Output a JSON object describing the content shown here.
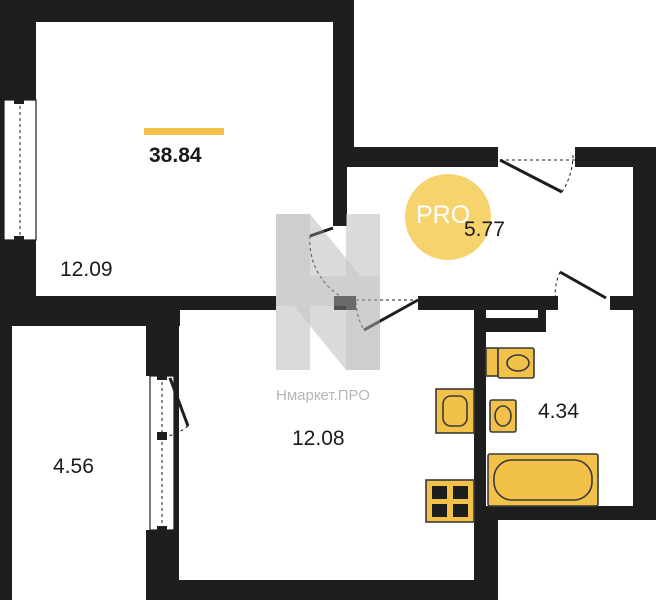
{
  "plan": {
    "total_area": "38.84",
    "rooms": [
      {
        "id": "living-room",
        "area": "12.09"
      },
      {
        "id": "hallway",
        "area": "5.77"
      },
      {
        "id": "kitchen",
        "area": "12.08"
      },
      {
        "id": "balcony",
        "area": "4.56"
      },
      {
        "id": "bathroom",
        "area": "4.34"
      }
    ]
  },
  "badge": {
    "text": "PRO"
  },
  "watermark": {
    "text": "Нмаркет.ПРО"
  },
  "colors": {
    "wall": "#1e1e1e",
    "fixture": "#f2c14a",
    "fixture_outline": "#3a3a3a",
    "accent_bar": "#f2c14a",
    "badge": "#f7d36d",
    "watermark": "#c9c9c9",
    "background": "#ffffff"
  }
}
